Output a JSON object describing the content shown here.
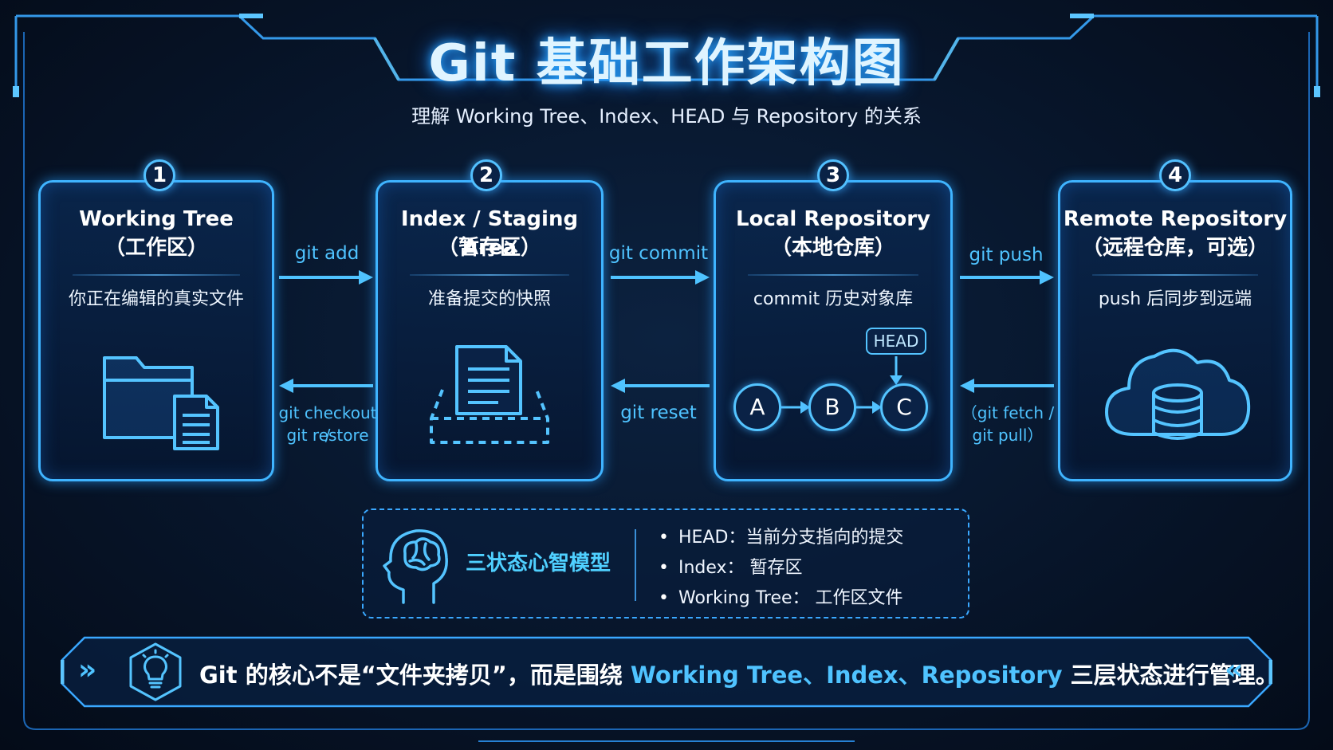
{
  "title": "Git 基础工作架构图",
  "subtitle": "理解 Working Tree、Index、HEAD 与 Repository 的关系",
  "colors": {
    "accent": "#3fb4ff",
    "highlight": "#4fc3ff",
    "background": "#07152a"
  },
  "stages": [
    {
      "number": "1",
      "title": "Working Tree",
      "title_cn": "（工作区）",
      "desc": "你正在编辑的真实文件",
      "icon": "folder-document-icon"
    },
    {
      "number": "2",
      "title": "Index / Staging Area",
      "title_cn": "（暂存区）",
      "desc": "准备提交的快照",
      "icon": "document-tray-icon"
    },
    {
      "number": "3",
      "title": "Local Repository",
      "title_cn": "（本地仓库）",
      "desc": "commit 历史对象库",
      "icon": "commit-graph-icon"
    },
    {
      "number": "4",
      "title": "Remote Repository",
      "title_cn": "（远程仓库，可选）",
      "desc": "push 后同步到远端",
      "icon": "cloud-database-icon"
    }
  ],
  "commit_graph": {
    "nodes": [
      "A",
      "B",
      "C"
    ],
    "head_label": "HEAD"
  },
  "forward_arrows": [
    "git add",
    "git commit",
    "git push"
  ],
  "backward_arrows": [
    {
      "line1": "git checkout /",
      "line2": "git restore"
    },
    {
      "line1": "git reset",
      "line2": ""
    },
    {
      "line1": "（git fetch /",
      "line2": "git pull）"
    }
  ],
  "model": {
    "title": "三状态心智模型",
    "icon": "brain-head-icon",
    "items": [
      "HEAD：当前分支指向的提交",
      "Index： 暂存区",
      "Working Tree： 工作区文件"
    ]
  },
  "banner": {
    "icon": "lightbulb-icon",
    "text_before": "Git 的核心不是“文件夹拷贝”，而是围绕 ",
    "highlight": "Working Tree、Index、Repository",
    "text_after": " 三层状态进行管理。",
    "left_chevron": "»",
    "right_chevron": "«"
  }
}
